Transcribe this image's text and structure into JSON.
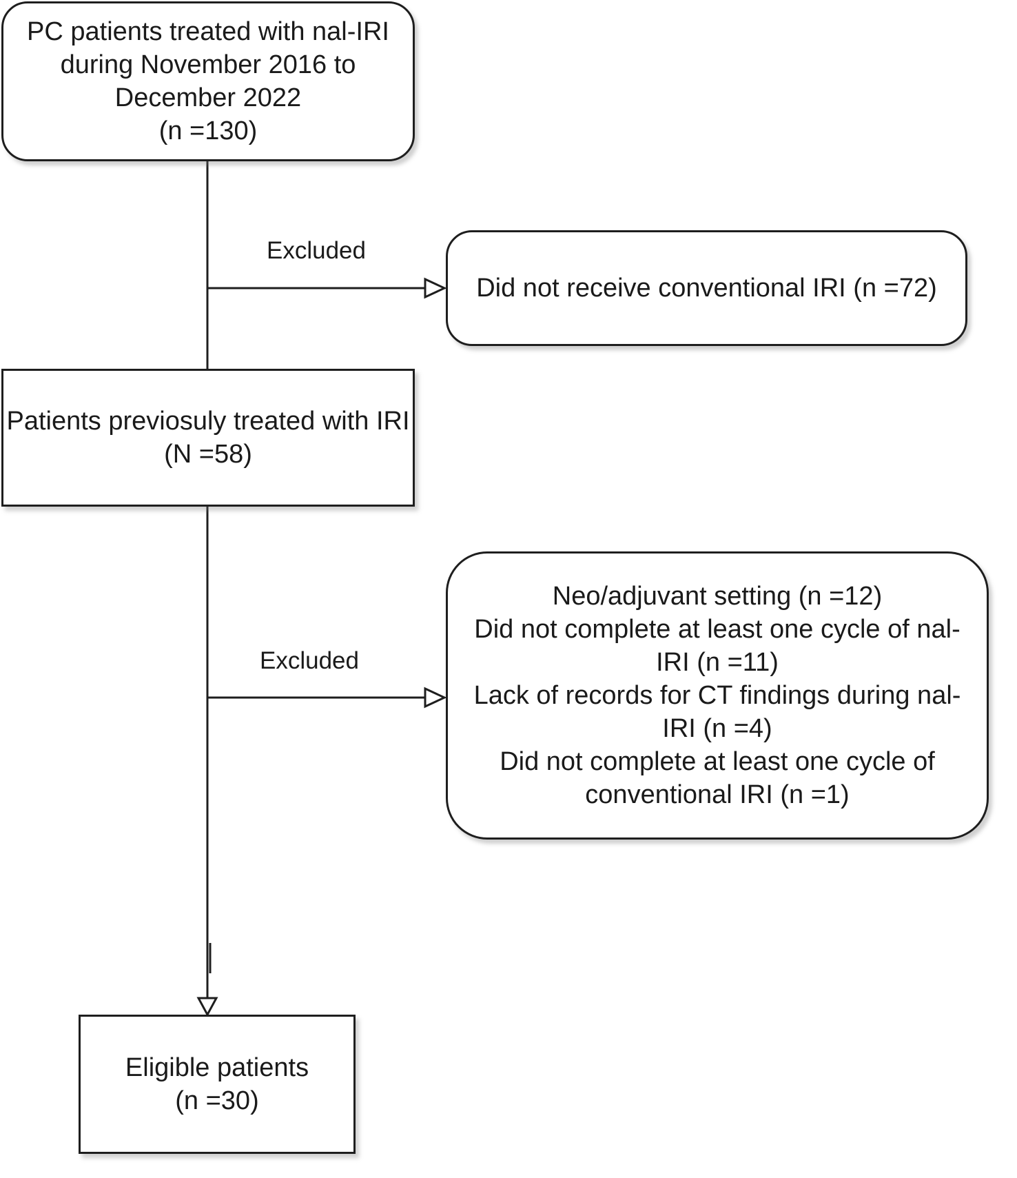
{
  "boxes": {
    "start": {
      "lines": [
        "PC patients treated with nal-IRI",
        "during November 2016 to",
        "December 2022",
        "(n =130)"
      ]
    },
    "excluded_1": {
      "lines": [
        "Did not receive conventional IRI (n =72)"
      ]
    },
    "previously_treated": {
      "lines": [
        "Patients previosuly treated with IRI",
        "(N =58)"
      ]
    },
    "excluded_2": {
      "lines": [
        "Neo/adjuvant setting (n =12)",
        "Did not complete at least one cycle of nal-",
        "IRI (n =11)",
        "Lack of records for CT findings during nal-",
        "IRI (n =4)",
        "Did not complete at least one cycle of",
        "conventional IRI (n =1)"
      ]
    },
    "eligible": {
      "lines": [
        "Eligible patients",
        "(n =30)"
      ]
    }
  },
  "edge_labels": {
    "excluded_1": "Excluded",
    "excluded_2": "Excluded"
  },
  "colors": {
    "stroke": "#1e1e1e",
    "background": "#ffffff",
    "text": "#1a1a1a"
  }
}
